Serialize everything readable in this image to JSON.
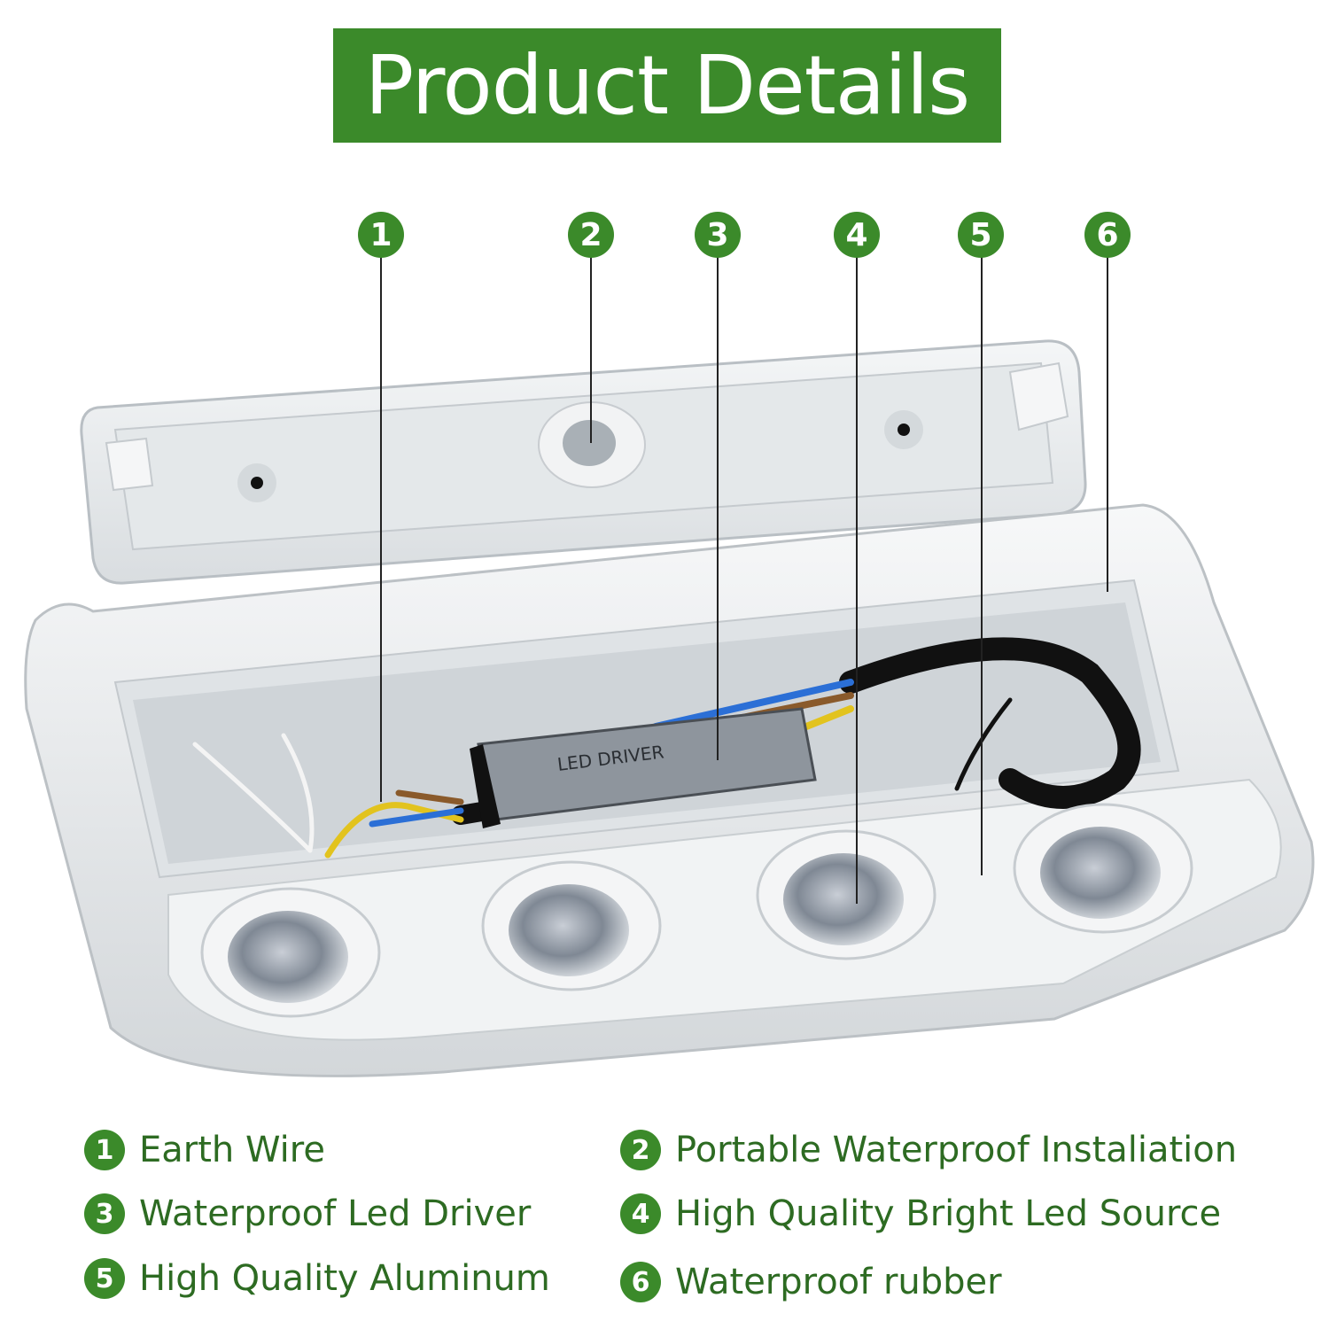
{
  "title": "Product Details",
  "colors": {
    "accent_green": "#3b8a2a",
    "label_text": "#2d6b22",
    "fixture_white": "#eef0f1",
    "fixture_shadow": "#c9ced2"
  },
  "callouts": [
    "1",
    "2",
    "3",
    "4",
    "5",
    "6"
  ],
  "driver_label": "LED DRIVER",
  "legend": [
    {
      "num": "1",
      "text": "Earth Wire"
    },
    {
      "num": "2",
      "text": "Portable Waterproof Instaliation"
    },
    {
      "num": "3",
      "text": "Waterproof Led Driver"
    },
    {
      "num": "4",
      "text": "High Quality Bright Led Source"
    },
    {
      "num": "5",
      "text": "High Quality Aluminum"
    },
    {
      "num": "6",
      "text": "Waterproof rubber"
    }
  ]
}
